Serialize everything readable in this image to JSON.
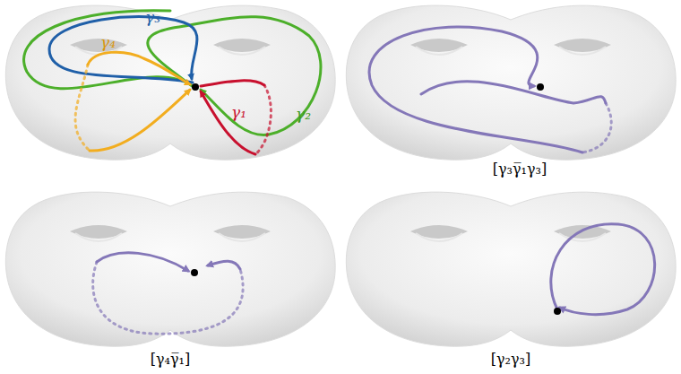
{
  "diagram": {
    "labels": [
      "γ₃",
      "γ₄",
      "γ₁",
      "γ₂",
      "[γ₃γ̅₁γ₃]",
      "[γ₄γ̅₁]",
      "[γ₂γ₃]"
    ]
  }
}
